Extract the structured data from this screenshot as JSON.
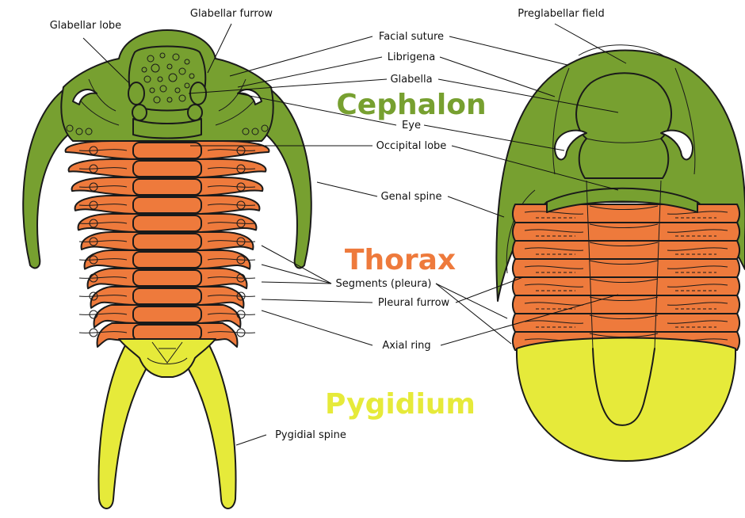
{
  "colors": {
    "cephalon": "#77A030",
    "thorax": "#EE7A3C",
    "pygidium": "#E6EA3A",
    "outline": "#1a1a1a",
    "eye": "#ffffff"
  },
  "regions": {
    "cephalon": "Cephalon",
    "thorax": "Thorax",
    "pygidium": "Pygidium"
  },
  "labels": {
    "glabellar_lobe": "Glabellar lobe",
    "glabellar_furrow": "Glabellar furrow",
    "preglabellar_field": "Preglabellar field",
    "facial_suture": "Facial suture",
    "librigena": "Librigena",
    "glabella": "Glabella",
    "eye": "Eye",
    "occipital_lobe": "Occipital lobe",
    "genal_spine": "Genal spine",
    "segments": "Segments (pleura)",
    "pleural_furrow": "Pleural furrow",
    "axial_ring": "Axial ring",
    "pygidial_spine": "Pygidial spine"
  }
}
